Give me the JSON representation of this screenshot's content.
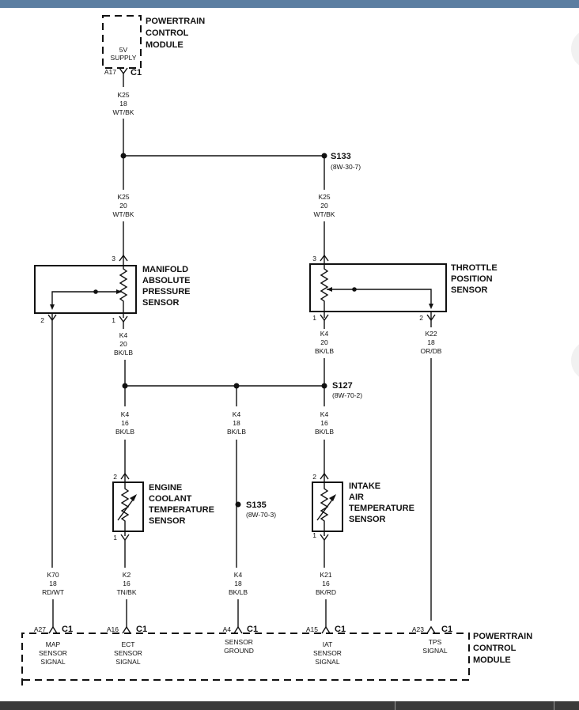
{
  "pcm_top": {
    "title": [
      "POWERTRAIN",
      "CONTROL",
      "MODULE"
    ],
    "pin_label": [
      "5V",
      "SUPPLY"
    ],
    "cavity": "A17",
    "connector": "C1"
  },
  "pcm_bottom": {
    "title": [
      "POWERTRAIN",
      "CONTROL",
      "MODULE"
    ]
  },
  "pcm_pins": [
    {
      "cavity": "A27",
      "connector": "C1",
      "label": [
        "MAP",
        "SENSOR",
        "SIGNAL"
      ]
    },
    {
      "cavity": "A16",
      "connector": "C1",
      "label": [
        "ECT",
        "SENSOR",
        "SIGNAL"
      ]
    },
    {
      "cavity": "A4",
      "connector": "C1",
      "label": [
        "SENSOR",
        "GROUND"
      ]
    },
    {
      "cavity": "A15",
      "connector": "C1",
      "label": [
        "IAT",
        "SENSOR",
        "SIGNAL"
      ]
    },
    {
      "cavity": "A23",
      "connector": "C1",
      "label": [
        "TPS",
        "SIGNAL"
      ]
    }
  ],
  "sensors": {
    "map": {
      "name": [
        "MANIFOLD",
        "ABSOLUTE",
        "PRESSURE",
        "SENSOR"
      ],
      "pins": [
        "3",
        "2",
        "1"
      ]
    },
    "tps": {
      "name": [
        "THROTTLE",
        "POSITION",
        "SENSOR"
      ],
      "pins": [
        "3",
        "1",
        "2"
      ]
    },
    "ect": {
      "name": [
        "ENGINE",
        "COOLANT",
        "TEMPERATURE",
        "SENSOR"
      ],
      "pins": [
        "2",
        "1"
      ]
    },
    "iat": {
      "name": [
        "INTAKE",
        "AIR",
        "TEMPERATURE",
        "SENSOR"
      ],
      "pins": [
        "2",
        "1"
      ]
    }
  },
  "splices": {
    "s133": {
      "id": "S133",
      "ref": "(8W-30-7)"
    },
    "s127": {
      "id": "S127",
      "ref": "(8W-70-2)"
    },
    "s135": {
      "id": "S135",
      "ref": "(8W-70-3)"
    }
  },
  "wires": {
    "k25_pcm": [
      "K25",
      "18",
      "WT/BK"
    ],
    "k25_map": [
      "K25",
      "20",
      "WT/BK"
    ],
    "k25_tps": [
      "K25",
      "20",
      "WT/BK"
    ],
    "k4_map": [
      "K4",
      "20",
      "BK/LB"
    ],
    "k4_tps": [
      "K4",
      "20",
      "BK/LB"
    ],
    "k22": [
      "K22",
      "18",
      "OR/DB"
    ],
    "k4_ect": [
      "K4",
      "16",
      "BK/LB"
    ],
    "k4_mid": [
      "K4",
      "18",
      "BK/LB"
    ],
    "k4_iat": [
      "K4",
      "16",
      "BK/LB"
    ],
    "k70": [
      "K70",
      "18",
      "RD/WT"
    ],
    "k2": [
      "K2",
      "16",
      "TN/BK"
    ],
    "k4_pcm": [
      "K4",
      "18",
      "BK/LB"
    ],
    "k21": [
      "K21",
      "16",
      "BK/RD"
    ]
  }
}
